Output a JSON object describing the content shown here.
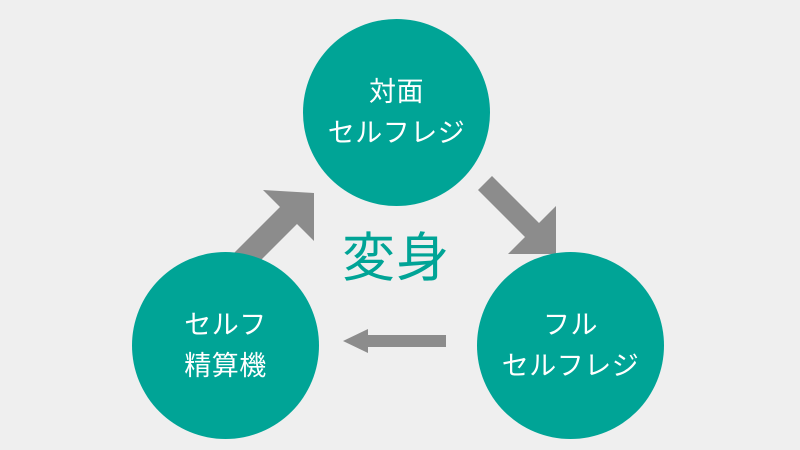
{
  "diagram": {
    "title_text": "変身",
    "background_color": "#efefef",
    "node_color": "#00a496",
    "node_text_color": "#ffffff",
    "arrow_color": "#8c8c8c",
    "center_text_color": "#00a496",
    "nodes": [
      {
        "id": "top",
        "name": "対面セルフレジ",
        "lines": [
          "対面",
          "セルフレジ"
        ],
        "position": "top"
      },
      {
        "id": "right",
        "name": "フルセルフレジ",
        "lines": [
          "フル",
          "セルフレジ"
        ],
        "position": "bottom-right"
      },
      {
        "id": "left",
        "name": "セルフ精算機",
        "lines": [
          "セルフ",
          "精算機"
        ],
        "position": "bottom-left"
      }
    ],
    "arrows": [
      {
        "id": "top-to-right",
        "from": "対面セルフレジ",
        "to": "フルセルフレジ",
        "direction": "down-right"
      },
      {
        "id": "right-to-left",
        "from": "フルセルフレジ",
        "to": "セルフ精算機",
        "direction": "left"
      },
      {
        "id": "left-to-top",
        "from": "セルフ精算機",
        "to": "対面セルフレジ",
        "direction": "up-right"
      }
    ]
  }
}
